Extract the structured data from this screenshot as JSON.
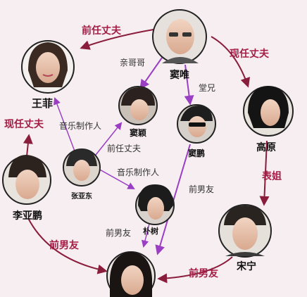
{
  "people": {
    "dou_wei": "窦唯",
    "wang_fei": "王菲",
    "gao_yuan": "高原",
    "dou_ying": "窦颖",
    "dou_peng": "窦鹏",
    "zhang_yadong": "张亚东",
    "li_yapeng": "李亚鹏",
    "pu_shu": "朴树",
    "song_ning": "宋宁"
  },
  "relations": {
    "ex_husband": "前任丈夫",
    "current_husband_right": "现任丈夫",
    "current_husband_left": "现任丈夫",
    "brother": "亲哥哥",
    "cousin": "堂兄",
    "music_producer_1": "音乐制作人",
    "music_producer_2": "音乐制作人",
    "ex_husband_mid": "前任丈夫",
    "ex_boyfriend_peng": "前男友",
    "ex_boyfriend_li": "前男友",
    "ex_boyfriend_pu": "前男友",
    "ex_boyfriend_song": "前男友",
    "cousin_sister": "表姐"
  },
  "colors": {
    "background": "#f7eef1",
    "cycle_arrow": "#8a1c3c",
    "purple_arrow": "#9a3fc4",
    "red_label": "#a31d45",
    "node_border": "#222222"
  }
}
